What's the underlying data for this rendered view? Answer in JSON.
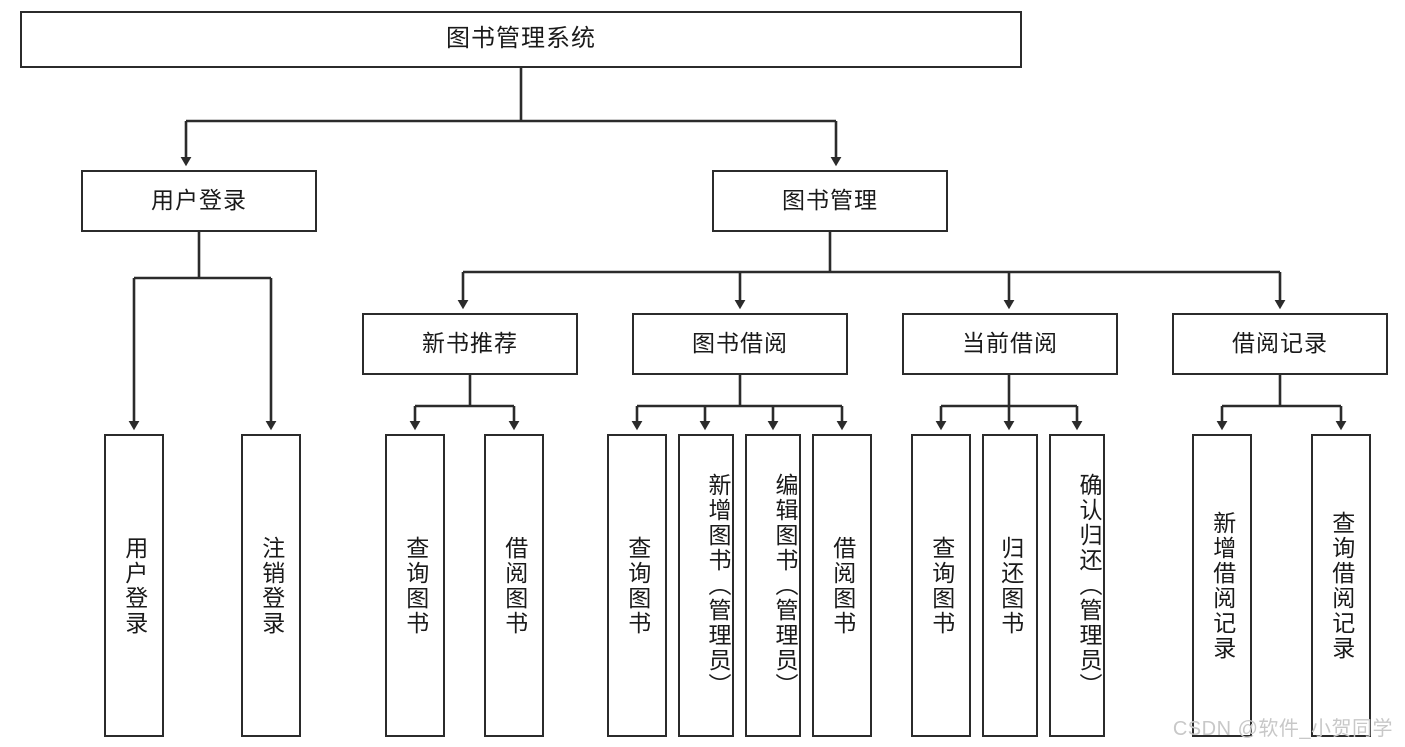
{
  "diagram": {
    "title": "图书管理系统",
    "type": "hierarchy-tree",
    "watermark": "CSDN @软件_小贺同学",
    "colors": {
      "box_border": "#2b2b2b",
      "box_fill": "#ffffff",
      "connector": "#2b2b2b",
      "text": "#1a1a1a",
      "watermark": "#c8c8c8"
    },
    "levels": {
      "root": {
        "label": "图书管理系统"
      },
      "level2": [
        {
          "label": "用户登录"
        },
        {
          "label": "图书管理"
        }
      ],
      "level3": [
        {
          "label": "新书推荐"
        },
        {
          "label": "图书借阅"
        },
        {
          "label": "当前借阅"
        },
        {
          "label": "借阅记录"
        }
      ],
      "level4": [
        {
          "label": "用户登录",
          "parent": "用户登录"
        },
        {
          "label": "注销登录",
          "parent": "用户登录"
        },
        {
          "label": "查询图书",
          "parent": "新书推荐"
        },
        {
          "label": "借阅图书",
          "parent": "新书推荐"
        },
        {
          "label": "查询图书",
          "parent": "图书借阅"
        },
        {
          "label": "新增图书（管理员）",
          "parent": "图书借阅"
        },
        {
          "label": "编辑图书（管理员）",
          "parent": "图书借阅"
        },
        {
          "label": "借阅图书",
          "parent": "图书借阅"
        },
        {
          "label": "查询图书",
          "parent": "当前借阅"
        },
        {
          "label": "归还图书",
          "parent": "当前借阅"
        },
        {
          "label": "确认归还（管理员）",
          "parent": "当前借阅"
        },
        {
          "label": "新增借阅记录",
          "parent": "借阅记录"
        },
        {
          "label": "查询借阅记录",
          "parent": "借阅记录"
        }
      ]
    }
  }
}
